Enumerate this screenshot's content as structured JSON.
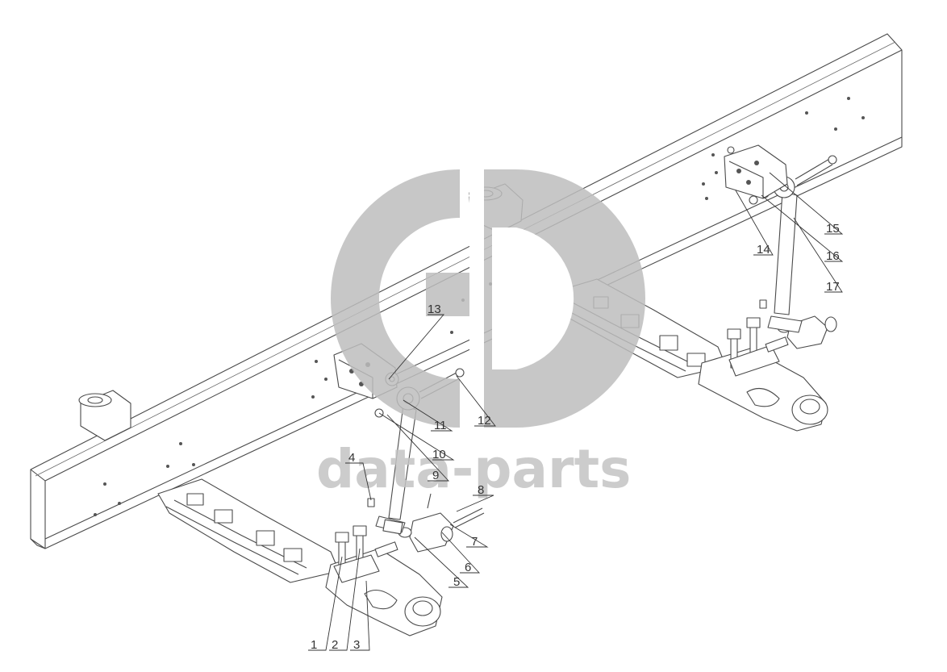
{
  "watermark": {
    "text": "data-parts",
    "logo_icon": "gd-logo-icon",
    "color": "#bdbdbd"
  },
  "callouts": [
    "1",
    "2",
    "3",
    "4",
    "5",
    "6",
    "7",
    "8",
    "9",
    "10",
    "11",
    "12",
    "13",
    "14",
    "15",
    "16",
    "17"
  ]
}
